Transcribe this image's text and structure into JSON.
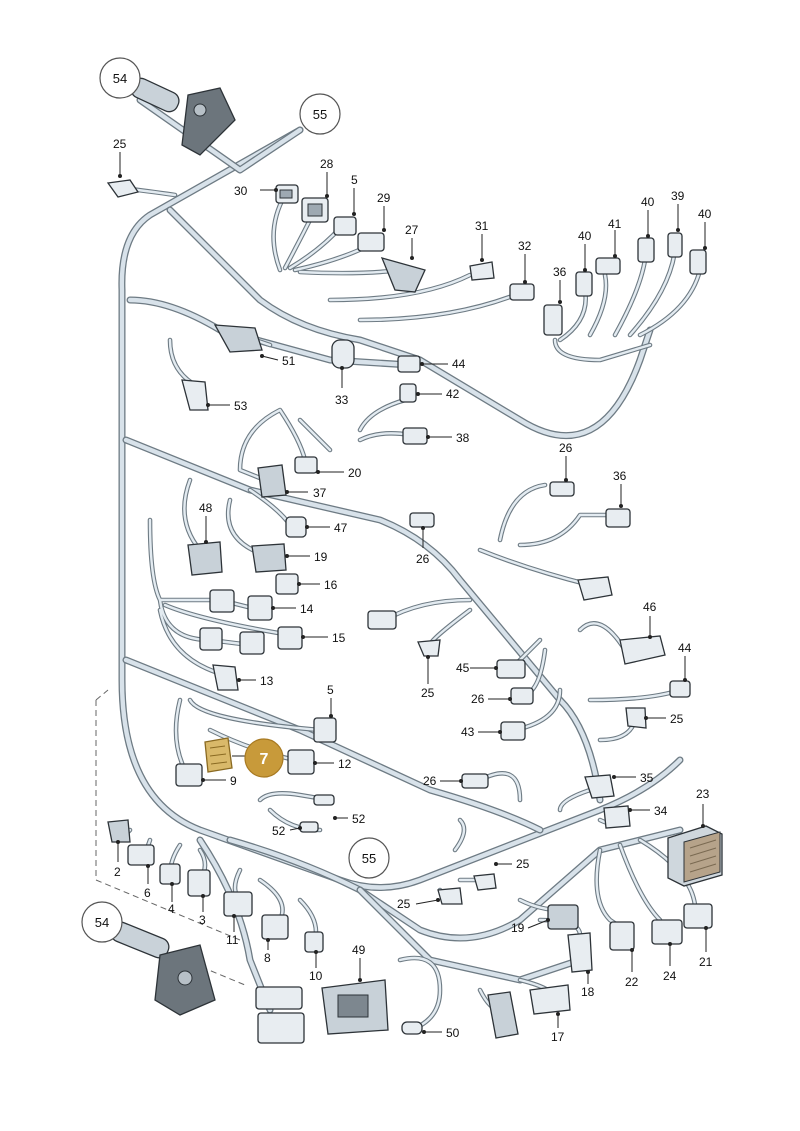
{
  "highlight": {
    "number": "7",
    "color": "#c89a3a"
  },
  "bubbles": {
    "n54_top": "54",
    "n55_top": "55",
    "n55_mid": "55",
    "n54_bottom": "54"
  },
  "labels": {
    "p25a": "25",
    "p30": "30",
    "p28": "28",
    "p5a": "5",
    "p29": "29",
    "p27": "27",
    "p31": "31",
    "p32": "32",
    "p36a": "36",
    "p40a": "40",
    "p41": "41",
    "p40b": "40",
    "p39": "39",
    "p40c": "40",
    "p51": "51",
    "p33": "33",
    "p44a": "44",
    "p53": "53",
    "p42": "42",
    "p38": "38",
    "p20": "20",
    "p37": "37",
    "p26a": "26",
    "p36b": "36",
    "p48": "48",
    "p47": "47",
    "p19a": "19",
    "p26b": "26",
    "p16": "16",
    "p14": "14",
    "p15": "15",
    "p46": "46",
    "p44b": "44",
    "p13": "13",
    "p45": "45",
    "p25b": "25",
    "p26c": "26",
    "p5b": "5",
    "p25c": "25",
    "p43": "43",
    "p12": "12",
    "p9": "9",
    "p26d": "26",
    "p35": "35",
    "p23": "23",
    "p52a": "52",
    "p52b": "52",
    "p34": "34",
    "p2": "2",
    "p6": "6",
    "p4": "4",
    "p3": "3",
    "p25d": "25",
    "p25e": "25",
    "p19b": "19",
    "p11": "11",
    "p8": "8",
    "p10": "10",
    "p49": "49",
    "p18": "18",
    "p22": "22",
    "p24": "24",
    "p21": "21",
    "p50": "50",
    "p17": "17"
  }
}
